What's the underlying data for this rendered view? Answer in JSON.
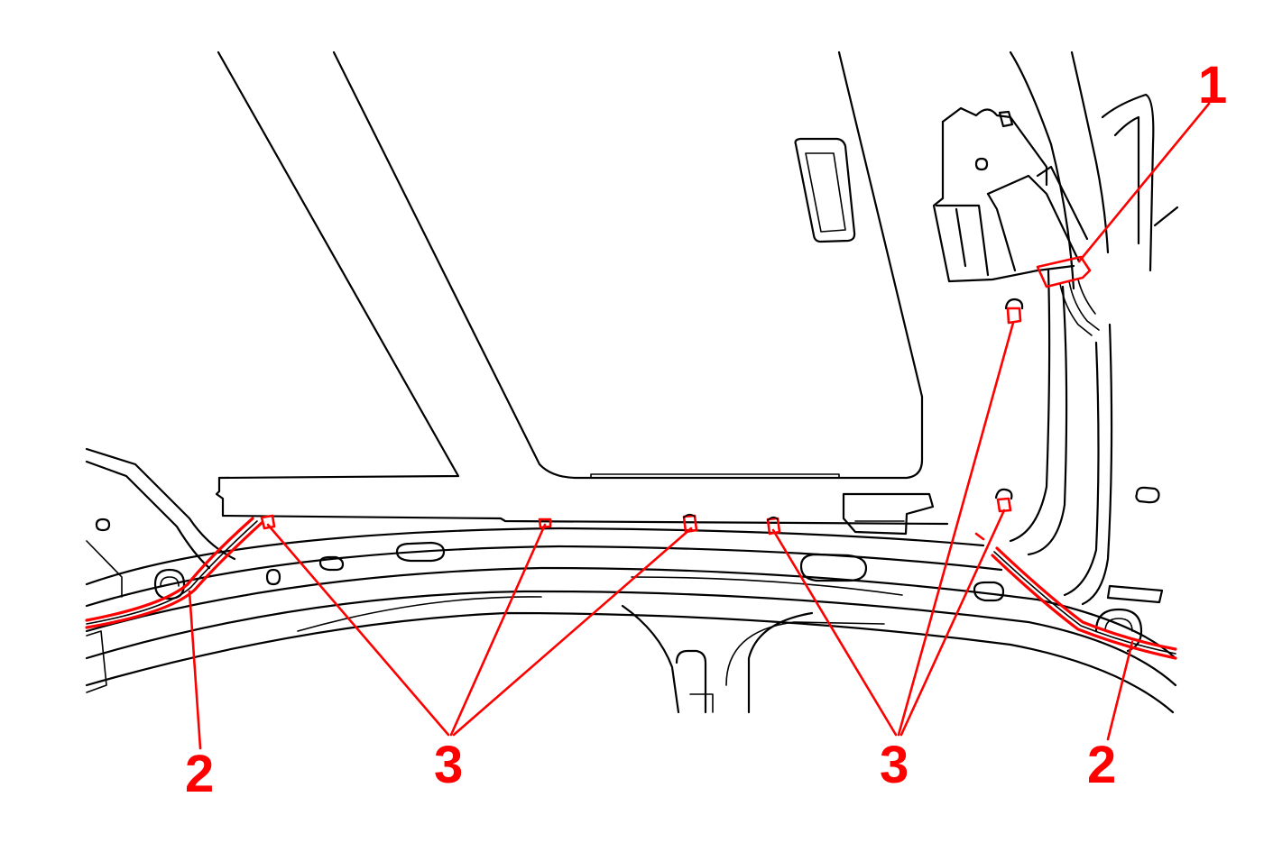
{
  "colors": {
    "line": "#000000",
    "callout": "#ff0000",
    "background": "#ffffff"
  },
  "callouts": [
    {
      "id": "callout-1",
      "label": "1"
    },
    {
      "id": "callout-2-left",
      "label": "2"
    },
    {
      "id": "callout-3-left",
      "label": "3"
    },
    {
      "id": "callout-3-right",
      "label": "3"
    },
    {
      "id": "callout-2-right",
      "label": "2"
    }
  ]
}
